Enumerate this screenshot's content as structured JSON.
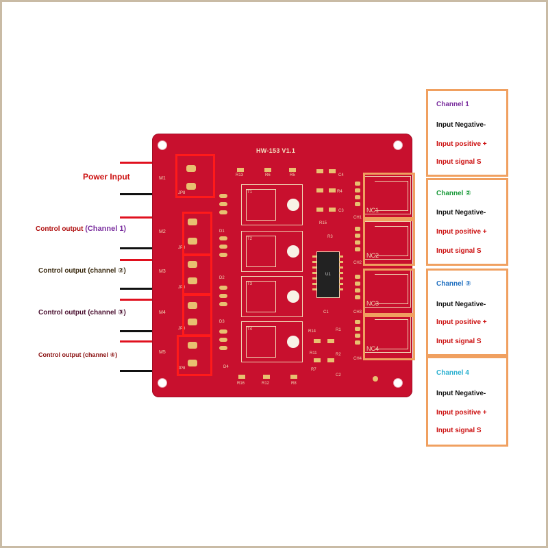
{
  "board": {
    "title": "HW-153 V1.1",
    "terminal_labels": [
      "M1",
      "M2",
      "M3",
      "M4",
      "M5"
    ],
    "jp_labels": [
      "JP8",
      "JP8",
      "JP8",
      "JP8",
      "JP8"
    ],
    "mosfet_labels": [
      "T1",
      "T2",
      "T3",
      "T4"
    ],
    "resistor_labels": [
      "R13",
      "R6",
      "R5",
      "R16",
      "R12",
      "R8",
      "R15",
      "R14",
      "R11",
      "R7",
      "R1",
      "R2",
      "R3",
      "R4"
    ],
    "diode_labels": [
      "D1",
      "D2",
      "D3",
      "D4"
    ],
    "ic_label": "U1",
    "cap_labels": [
      "C1",
      "C2",
      "C3",
      "C4"
    ],
    "ssr_labels": [
      "NC1",
      "NC2",
      "NC3",
      "NC4"
    ],
    "ch_labels": [
      "CH1",
      "CH2",
      "CH3",
      "CH4"
    ]
  },
  "left_labels": {
    "power_input": "Power Input",
    "out1_prefix": "Control output ",
    "out1_suffix": "(Channel 1)",
    "out2": "Control output (channel ②)",
    "out3": "Control output (channel ③)",
    "out4": "Control output (channel ④)"
  },
  "callouts": [
    {
      "channel": "Channel 1",
      "neg": "Input Negative-",
      "pos": "Input positive +",
      "sig": "Input signal S"
    },
    {
      "channel": "Channel ②",
      "neg": "Input Negative-",
      "pos": "Input positive +",
      "sig": "Input signal S"
    },
    {
      "channel": "Channel ③",
      "neg": "Input Negative-",
      "pos": "Input positive +",
      "sig": "Input signal S"
    },
    {
      "channel": "Channel 4",
      "neg": "Input Negative-",
      "pos": "Input positive +",
      "sig": "Input signal S"
    }
  ],
  "colors": {
    "pcb": "#c8102e",
    "wire_red": "#e0101e",
    "wire_black": "#111111",
    "callout_border": "#f0a060",
    "channel1": "#7a2e9e",
    "channel2": "#1a9a3a",
    "channel3": "#1f6fc0",
    "channel4": "#2ab0d0",
    "negative_text": "#111111",
    "positive_text": "#cc1010",
    "power_label": "#cc1010",
    "control_label_1": "#b01010",
    "control_label_2": "#3a2a10",
    "control_label_3": "#4a1030",
    "control_label_4": "#8a1010"
  }
}
